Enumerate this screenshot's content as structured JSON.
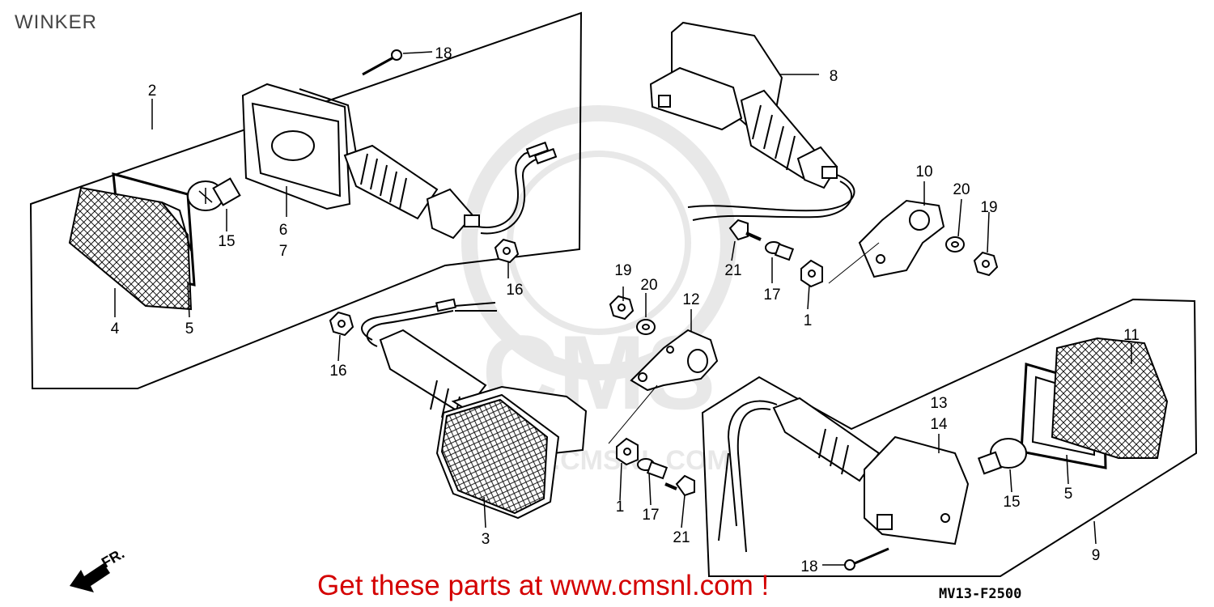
{
  "title": "WINKER",
  "promo_text": "Get these parts at www.cmsnl.com !",
  "diagram_code": "MV13-F2500",
  "watermark": {
    "brand": "CMS",
    "url": "WWW.CMSNL.COM"
  },
  "direction_marker": "FR.",
  "callouts": [
    "1",
    "1",
    "1",
    "2",
    "3",
    "4",
    "5",
    "5",
    "6",
    "7",
    "8",
    "9",
    "10",
    "11",
    "12",
    "13",
    "14",
    "15",
    "15",
    "16",
    "16",
    "17",
    "17",
    "18",
    "18",
    "19",
    "19",
    "20",
    "20",
    "21",
    "21"
  ],
  "colors": {
    "promo": "#d40000",
    "line": "#000000",
    "watermark": "#d6d6d6"
  }
}
